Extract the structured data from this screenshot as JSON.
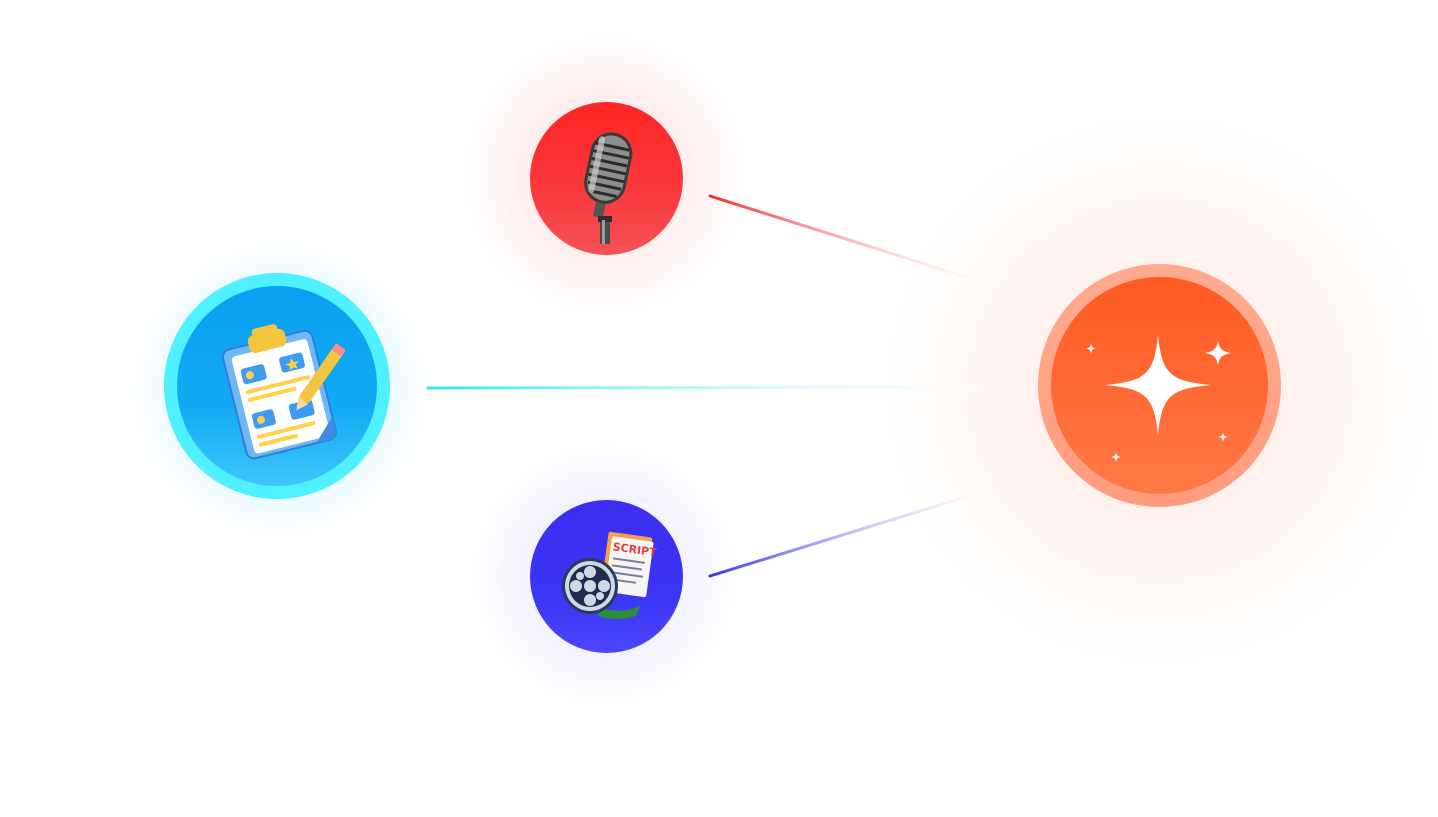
{
  "diagram": {
    "nodes": [
      {
        "id": "planner",
        "icon": "clipboard-storyboard-icon",
        "color": "#0aa6f5"
      },
      {
        "id": "voice",
        "icon": "microphone-icon",
        "color": "#fb2a2f"
      },
      {
        "id": "script",
        "icon": "film-reel-script-icon",
        "color": "#3b30f2"
      },
      {
        "id": "ai",
        "icon": "sparkle-icon",
        "color": "#ff6233"
      }
    ],
    "edges": [
      {
        "from": "voice",
        "to": "ai",
        "color": "#f22c33"
      },
      {
        "from": "planner",
        "to": "ai",
        "color": "#35e6f2"
      },
      {
        "from": "script",
        "to": "ai",
        "color": "#3b35e8"
      }
    ],
    "script_badge_text": "SCRIPT"
  }
}
